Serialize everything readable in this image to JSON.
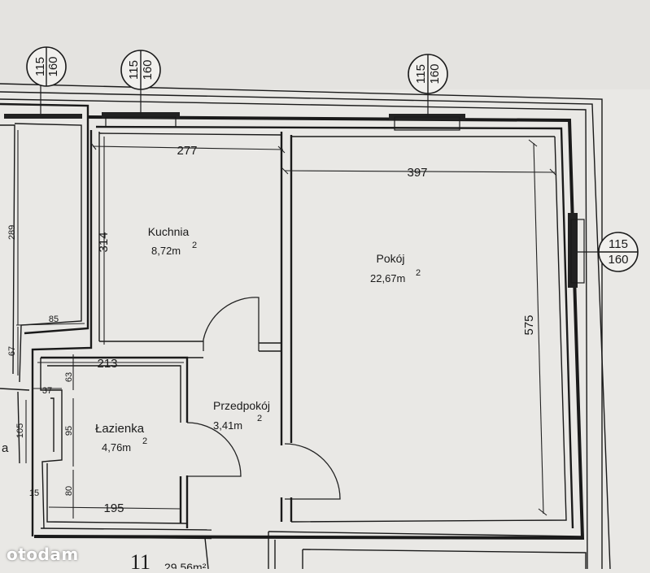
{
  "rooms": {
    "kuchnia": {
      "name": "Kuchnia",
      "area": "8,72m",
      "sup": "2"
    },
    "pokoj": {
      "name": "Pokój",
      "area": "22,67m",
      "sup": "2"
    },
    "przedpokoj": {
      "name": "Przedpokój",
      "area": "3,41m",
      "sup": "2"
    },
    "lazienka": {
      "name": "Łazienka",
      "area": "4,76m",
      "sup": "2"
    }
  },
  "dimensions": {
    "kitchen_width": "277",
    "kitchen_depth": "314",
    "room_width": "397",
    "room_depth": "575",
    "bath_top_width": "213",
    "bath_bottom_width": "195",
    "left_289": "289",
    "left_85": "85",
    "left_67": "67",
    "left_37": "37",
    "left_63": "63",
    "left_105": "105",
    "left_95": "95",
    "left_80": "80",
    "left_15": "15"
  },
  "window_markers": [
    {
      "top": "115",
      "bottom": "160"
    },
    {
      "top": "115",
      "bottom": "160"
    },
    {
      "top": "115",
      "bottom": "160"
    },
    {
      "top": "115",
      "bottom": "160"
    }
  ],
  "bottom_labels": {
    "unit_number": "11",
    "unit_area": "29,56m²"
  },
  "left_fragment": "a",
  "watermark": "otodam"
}
